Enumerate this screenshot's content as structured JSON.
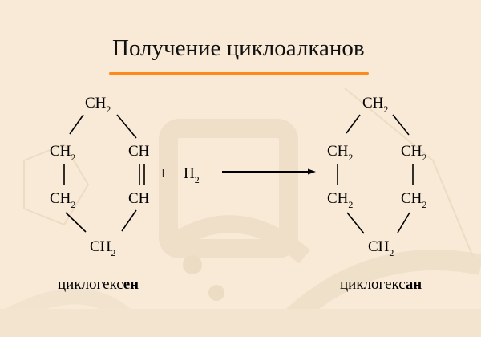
{
  "slide": {
    "title": "Получение циклоалканов",
    "accent_color": "#ff8a1c",
    "background_color": "#f8ead6"
  },
  "reactant": {
    "name_prefix": "циклогекс",
    "name_suffix": "ен",
    "atoms": {
      "top": {
        "text": "CH",
        "sub": "2"
      },
      "upper_left": {
        "text": "CH",
        "sub": "2"
      },
      "upper_right": {
        "text": "CH",
        "sub": ""
      },
      "lower_left": {
        "text": "CH",
        "sub": "2"
      },
      "lower_right": {
        "text": "CH",
        "sub": ""
      },
      "bottom": {
        "text": "CH",
        "sub": "2"
      }
    },
    "double_bond": "upper_right-lower_right"
  },
  "reagent": {
    "plus": "+",
    "formula": "H",
    "sub": "2"
  },
  "arrow": "reaction-arrow",
  "product": {
    "name_prefix": "циклогекс",
    "name_suffix": "ан",
    "atoms": {
      "top": {
        "text": "CH",
        "sub": "2"
      },
      "upper_left": {
        "text": "CH",
        "sub": "2"
      },
      "upper_right": {
        "text": "CH",
        "sub": "2"
      },
      "lower_left": {
        "text": "CH",
        "sub": "2"
      },
      "lower_right": {
        "text": "CH",
        "sub": "2"
      },
      "bottom": {
        "text": "CH",
        "sub": "2"
      }
    }
  }
}
